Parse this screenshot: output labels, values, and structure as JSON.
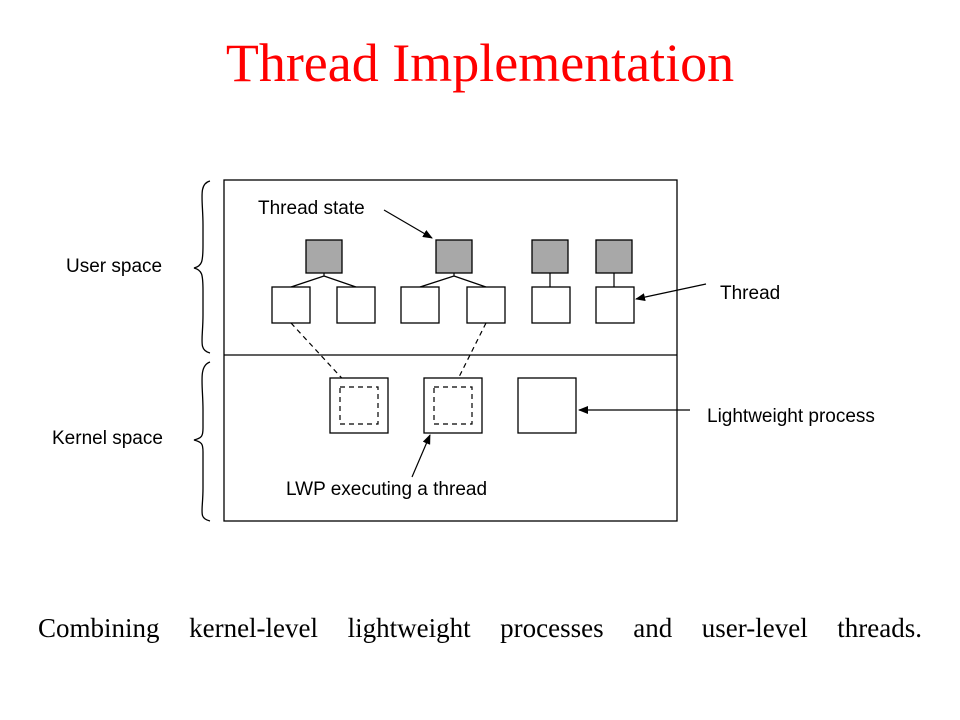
{
  "slide": {
    "title": "Thread Implementation",
    "caption": "Combining kernel-level lightweight processes and user-level threads."
  },
  "diagram": {
    "regions": {
      "user_space": "User space",
      "kernel_space": "Kernel space"
    },
    "callouts": {
      "thread_state": "Thread state",
      "thread": "Thread",
      "lightweight_process": "Lightweight process",
      "lwp_executing": "LWP executing a thread"
    },
    "colors": {
      "thread_state_fill": "#a8a8a8",
      "title": "#ff0000"
    }
  }
}
